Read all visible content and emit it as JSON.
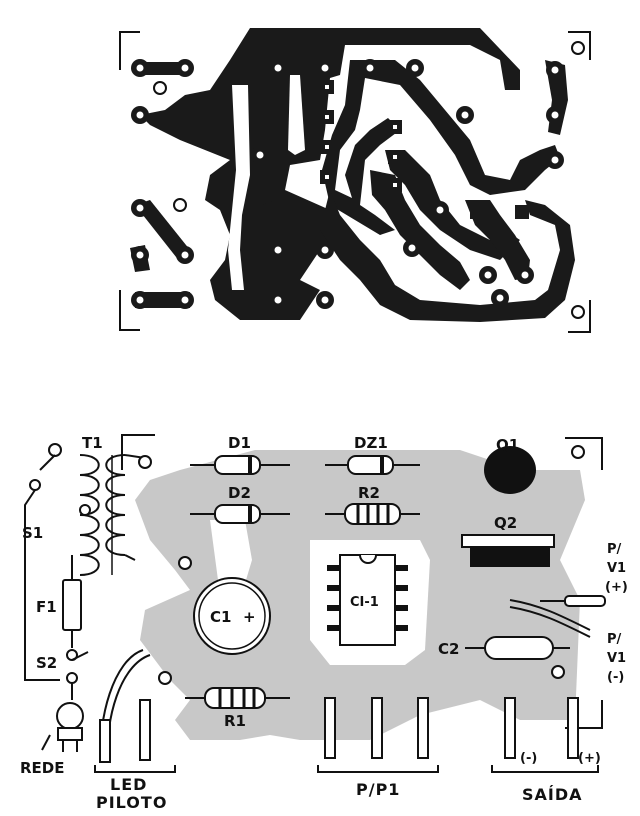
{
  "labels": {
    "t1": "T1",
    "s1": "S1",
    "f1": "F1",
    "s2": "S2",
    "rede": "REDE",
    "led": "LED",
    "piloto": "PILOTO",
    "d1": "D1",
    "d2": "D2",
    "dz1": "DZ1",
    "r2": "R2",
    "r1": "R1",
    "c1": "C1",
    "c1_plus": "+",
    "ci1": "CI-1",
    "q1": "Q1",
    "q2": "Q2",
    "c2": "C2",
    "pv1_plus_a": "P/",
    "pv1_plus_b": "V1",
    "pv1_plus_c": "(+)",
    "pv1_minus_a": "P/",
    "pv1_minus_b": "V1",
    "pv1_minus_c": "(-)",
    "pp1": "P/P1",
    "saida": "SAÍDA",
    "saida_minus": "(-)",
    "saida_plus": "(+)"
  }
}
